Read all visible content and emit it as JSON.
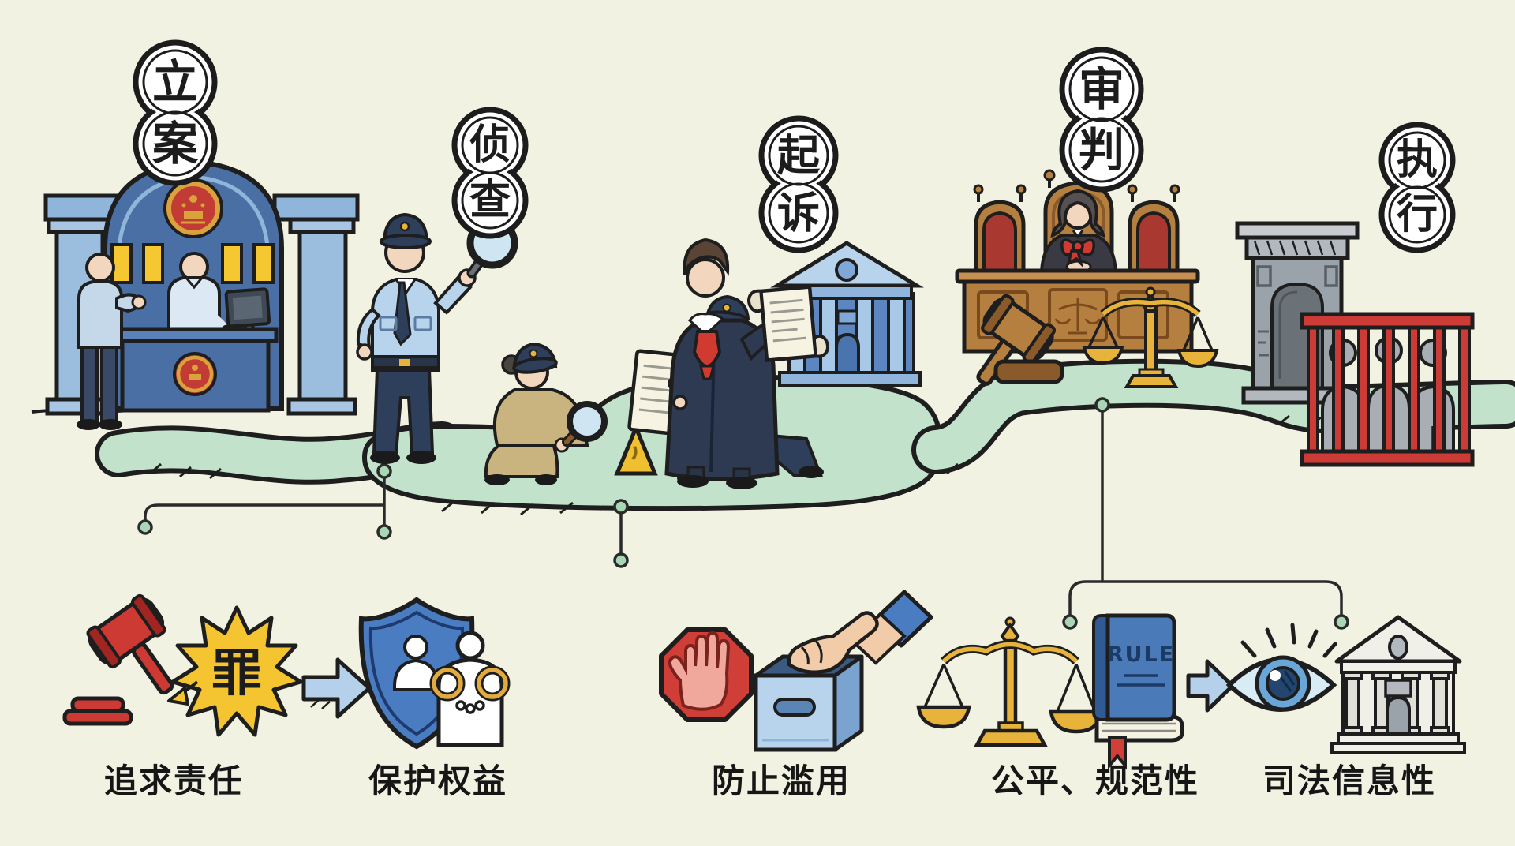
{
  "background_color": "#f2f2e2",
  "process_stages": [
    {
      "key": "case-filing",
      "badge_top": "立",
      "badge_bottom": "案"
    },
    {
      "key": "investigation",
      "badge_top": "侦",
      "badge_bottom": "查"
    },
    {
      "key": "prosecution",
      "badge_top": "起",
      "badge_bottom": "诉"
    },
    {
      "key": "trial",
      "badge_top": "审",
      "badge_bottom": "判"
    },
    {
      "key": "enforcement",
      "badge_top": "执",
      "badge_bottom": "行"
    }
  ],
  "principles": [
    {
      "key": "accountability",
      "label": "追求责任"
    },
    {
      "key": "rights-protection",
      "label": "保护权益"
    },
    {
      "key": "abuse-prevention",
      "label": "防止滥用"
    },
    {
      "key": "fairness-standardization",
      "label": "公平、规范性"
    },
    {
      "key": "judicial-transparency",
      "label": "司法信息性"
    }
  ],
  "icon_texts": {
    "crime_character": "罪",
    "rule_book": "RULE"
  },
  "colors": {
    "ink": "#1e1e1e",
    "path_green": "#c2e2cb",
    "police_blue": "#4a6fa5",
    "light_blue": "#b8d4ec",
    "emblem_red": "#c23b34",
    "gold": "#e8b33a",
    "window_yellow": "#f5c832",
    "khaki": "#c9b37e",
    "navy": "#2e3f5c",
    "robe_navy": "#2e3a52",
    "bench_brown": "#b5803f",
    "chair_red": "#a83830",
    "prison_gray": "#9aa2aa",
    "bar_red": "#cc3b35",
    "stop_red": "#cf3e37",
    "skin": "#f2d6bd",
    "book_blue": "#4a7ab8"
  }
}
